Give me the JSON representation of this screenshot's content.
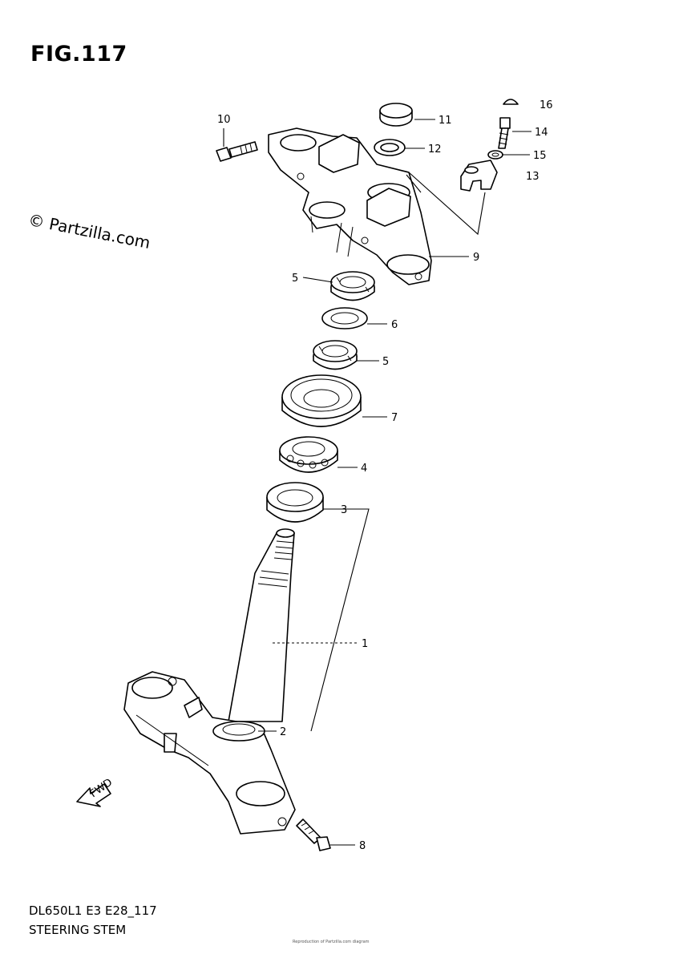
{
  "figure": {
    "title": "FIG.117",
    "watermark": "© Partzilla.com",
    "model_code": "DL650L1 E3 E28_117",
    "section_name": "STEERING STEM",
    "fine_print": "Reproduction of Partzilla.com diagram"
  },
  "callouts": [
    {
      "number": "1"
    },
    {
      "number": "2"
    },
    {
      "number": "3"
    },
    {
      "number": "4"
    },
    {
      "number": "5"
    },
    {
      "number": "5"
    },
    {
      "number": "6"
    },
    {
      "number": "7"
    },
    {
      "number": "8"
    },
    {
      "number": "9"
    },
    {
      "number": "10"
    },
    {
      "number": "11"
    },
    {
      "number": "12"
    },
    {
      "number": "13"
    },
    {
      "number": "14"
    },
    {
      "number": "15"
    },
    {
      "number": "16"
    }
  ],
  "fwd_label": "FWD"
}
